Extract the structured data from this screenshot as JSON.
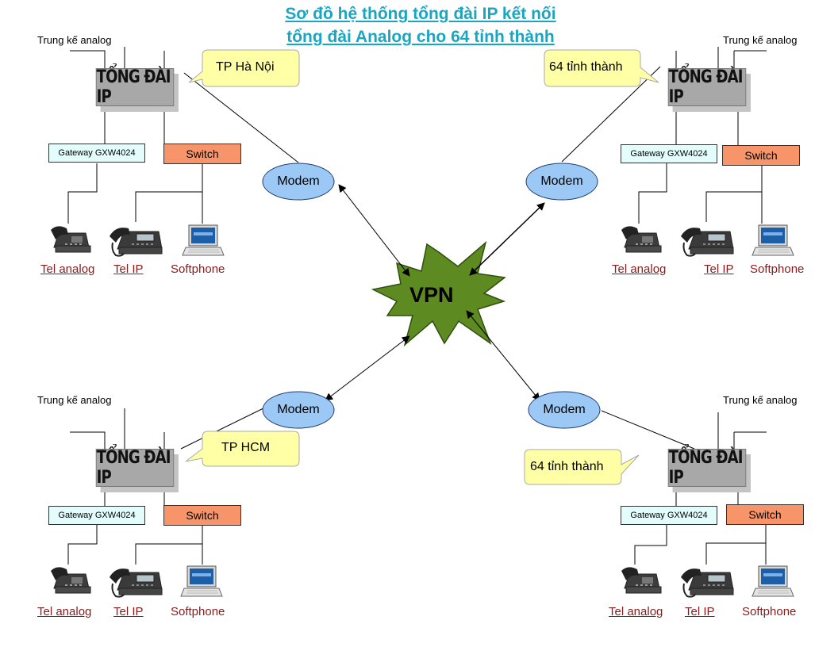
{
  "title": {
    "line1": "Sơ đồ hệ thống tổng đài IP kết nối",
    "line2": "tổng đài Analog cho 64 tỉnh thành"
  },
  "hub": {
    "label": "VPN",
    "color": "#5d8a21"
  },
  "colors": {
    "pbx": "#a8a8a8",
    "gateway": "#e3fdfd",
    "switch": "#f79469",
    "modem": "#9bc8f4",
    "callout": "#ffffa6",
    "title": "#1aa6c2",
    "device_link": "#8b1a1a"
  },
  "sites": {
    "top_left": {
      "location": "TP Hà Nội",
      "pbx": "TỔNG ĐÀI IP",
      "trunk": "Trung kế analog",
      "gateway": "Gateway GXW4024",
      "switch": "Switch",
      "modem": "Modem",
      "devices": [
        "Tel analog",
        "Tel IP",
        "Softphone"
      ]
    },
    "top_right": {
      "location": "64 tỉnh thành",
      "pbx": "TỔNG ĐÀI IP",
      "trunk": "Trung kế analog",
      "gateway": "Gateway GXW4024",
      "switch": "Switch",
      "modem": "Modem",
      "devices": [
        "Tel analog",
        "Tel IP",
        "Softphone"
      ]
    },
    "bottom_left": {
      "location": "TP HCM",
      "pbx": "TỔNG ĐÀI IP",
      "trunk": "Trung kế analog",
      "gateway": "Gateway GXW4024",
      "switch": "Switch",
      "modem": "Modem",
      "devices": [
        "Tel analog",
        "Tel IP",
        "Softphone"
      ]
    },
    "bottom_right": {
      "location": "64 tỉnh thành",
      "pbx": "TỔNG ĐÀI IP",
      "trunk": "Trung kế analog",
      "gateway": "Gateway GXW4024",
      "switch": "Switch",
      "modem": "Modem",
      "devices": [
        "Tel analog",
        "Tel IP",
        "Softphone"
      ]
    }
  }
}
